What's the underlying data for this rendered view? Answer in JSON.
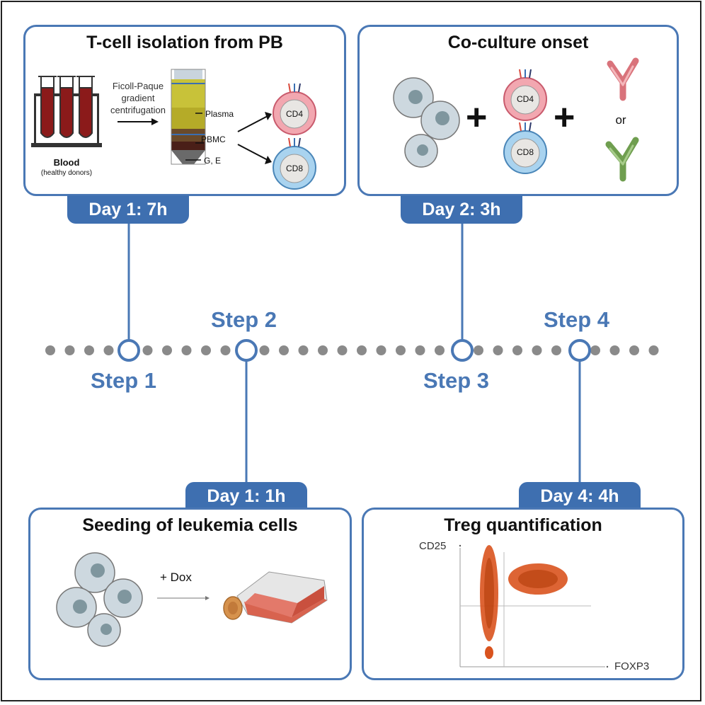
{
  "panels": {
    "step1": {
      "title": "T-cell isolation from PB",
      "method": [
        "Ficoll-Paque",
        "gradient",
        "centrifugation"
      ],
      "blood_label": "Blood",
      "blood_sub": "(healthy donors)",
      "layer_plasma": "Plasma",
      "layer_pbmc": "PBMC",
      "layer_ge": "G, E",
      "cell_cd4": "CD4",
      "cell_cd8": "CD8",
      "duration": "Day 1: 7h"
    },
    "step3": {
      "title": "Co-culture onset",
      "cell_cd4": "CD4",
      "cell_cd8": "CD8",
      "plus": "+",
      "or_label": "or",
      "duration": "Day 2: 3h"
    },
    "step2": {
      "title": "Seeding of leukemia cells",
      "treatment": "+ Dox",
      "duration": "Day 1: 1h"
    },
    "step4": {
      "title": "Treg quantification",
      "y_axis": "CD25",
      "x_axis": "FOXP3",
      "duration": "Day 4: 4h"
    }
  },
  "timeline": {
    "steps": [
      "Step 1",
      "Step 2",
      "Step 3",
      "Step 4"
    ]
  },
  "colors": {
    "accent": "#4a78b5",
    "tab": "#3e6fb0",
    "blood": "#8b1a1a",
    "cd4": "#f2a7b0",
    "cd8": "#a9d3ef",
    "plot": "#d9531e"
  }
}
